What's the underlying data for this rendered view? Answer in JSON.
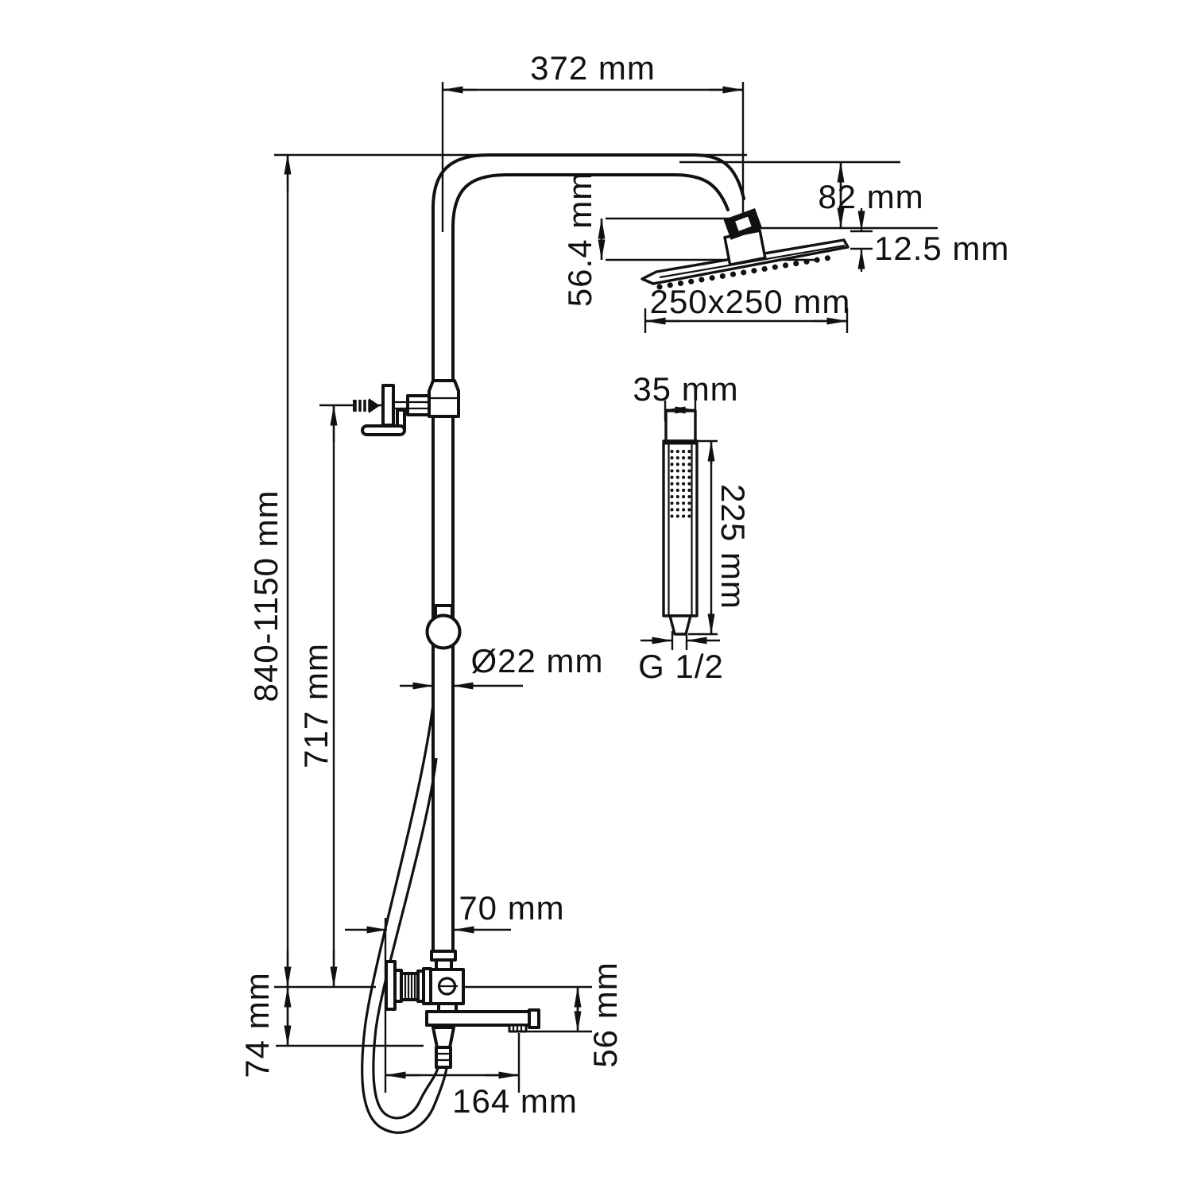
{
  "drawing": {
    "title": "Shower system dimensional drawing",
    "background": "#ffffff",
    "line_color": "#111111"
  },
  "labels": {
    "arm_reach": "372 mm",
    "head_drop": "82 mm",
    "head_thickness": "12.5 mm",
    "head_offset": "56.4 mm",
    "head_size": "250x250 mm",
    "handshower_width": "35 mm",
    "handshower_length": "225 mm",
    "thread": "G 1/2",
    "column_height": "840-1150 mm",
    "bracket_height": "717 mm",
    "pipe_diameter": "Ø22 mm",
    "mixer_offset": "70 mm",
    "mixer_drop": "74 mm",
    "spout_drop": "56 mm",
    "spout_reach": "164 mm"
  }
}
